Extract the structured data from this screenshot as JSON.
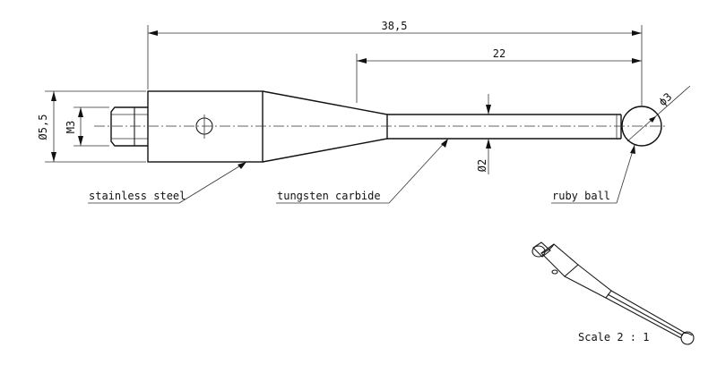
{
  "dimensions": {
    "overall_length": "38,5",
    "stem_length": "22",
    "ball_diameter": "ϕ3",
    "body_diameter": "Ø5,5",
    "thread": "M3",
    "stem_diameter": "Ø2"
  },
  "labels": {
    "body_material": "stainless steel",
    "stem_material": "tungsten carbide",
    "tip_material": "ruby ball"
  },
  "scale": "Scale 2 : 1"
}
